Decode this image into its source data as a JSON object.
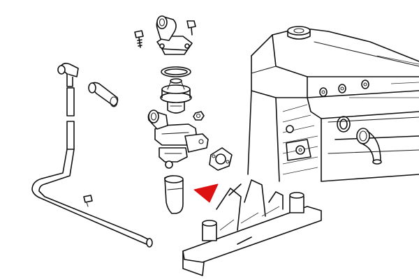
{
  "diagram": {
    "type": "exploded-parts-diagram",
    "line_color": "#111111",
    "background": "#ffffff",
    "pointer_color": "#dd1111",
    "components": [
      "engine-block",
      "thermostat-housing-cover",
      "cover-bolt",
      "housing-gasket",
      "thermostat",
      "thermostat-housing",
      "housing-flange-gasket",
      "small-nut",
      "lower-radiator-hose",
      "bypass-hose-upper",
      "coolant-pipe",
      "bypass-connector",
      "hose-clamp",
      "engine-mount-bracket",
      "block-side-o-ring",
      "block-side-elbow-pipe",
      "red-pointer-arrow"
    ]
  }
}
